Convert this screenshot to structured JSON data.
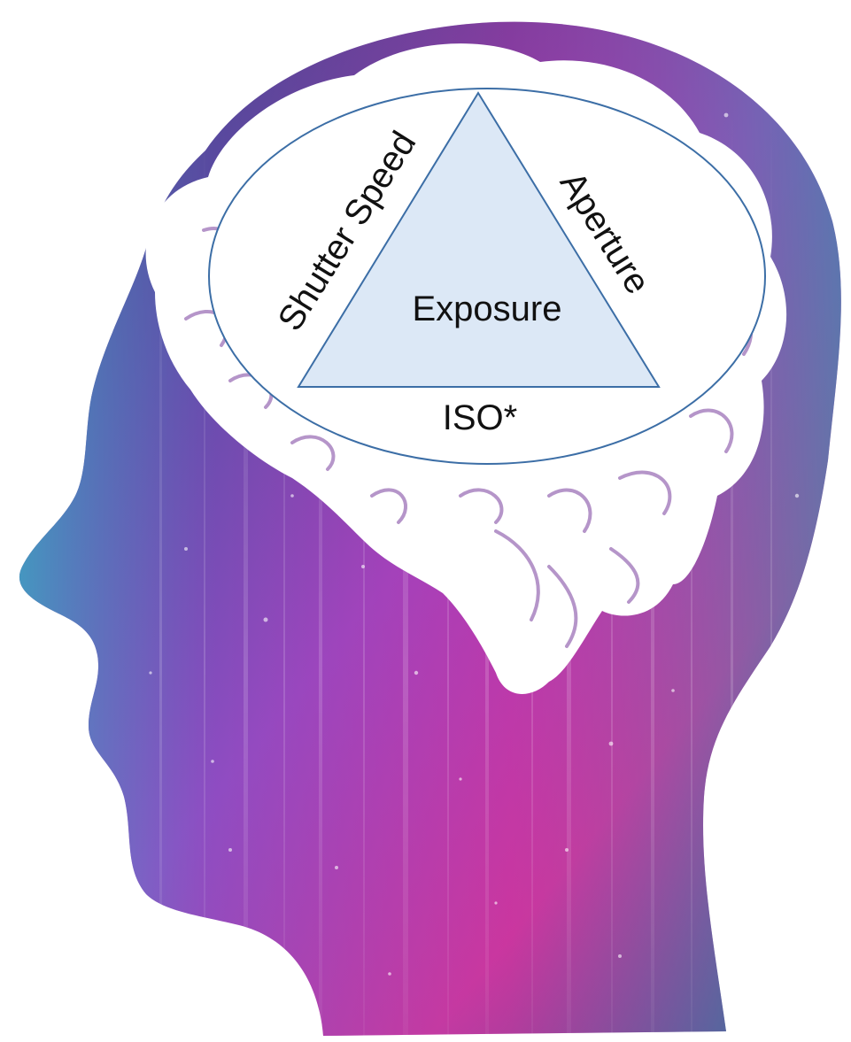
{
  "diagram": {
    "center_label": "Exposure",
    "left_side_label": "Shutter Speed",
    "right_side_label": "Aperture",
    "bottom_label": "ISO*"
  },
  "colors": {
    "background": "#ffffff",
    "head_gradient": [
      "#2d2a5e",
      "#6a3a9a",
      "#b03ac2",
      "#d1309f",
      "#3a9bd6",
      "#19b0b0"
    ],
    "brain_fill": "#ffffff",
    "ellipse_fill": "#ffffff",
    "ellipse_stroke": "#3c6ea6",
    "triangle_fill": "#dce8f6",
    "triangle_stroke": "#3c6ea6",
    "text": "#111111"
  },
  "icons": {
    "head": "head-silhouette-icon",
    "brain": "brain-icon"
  }
}
